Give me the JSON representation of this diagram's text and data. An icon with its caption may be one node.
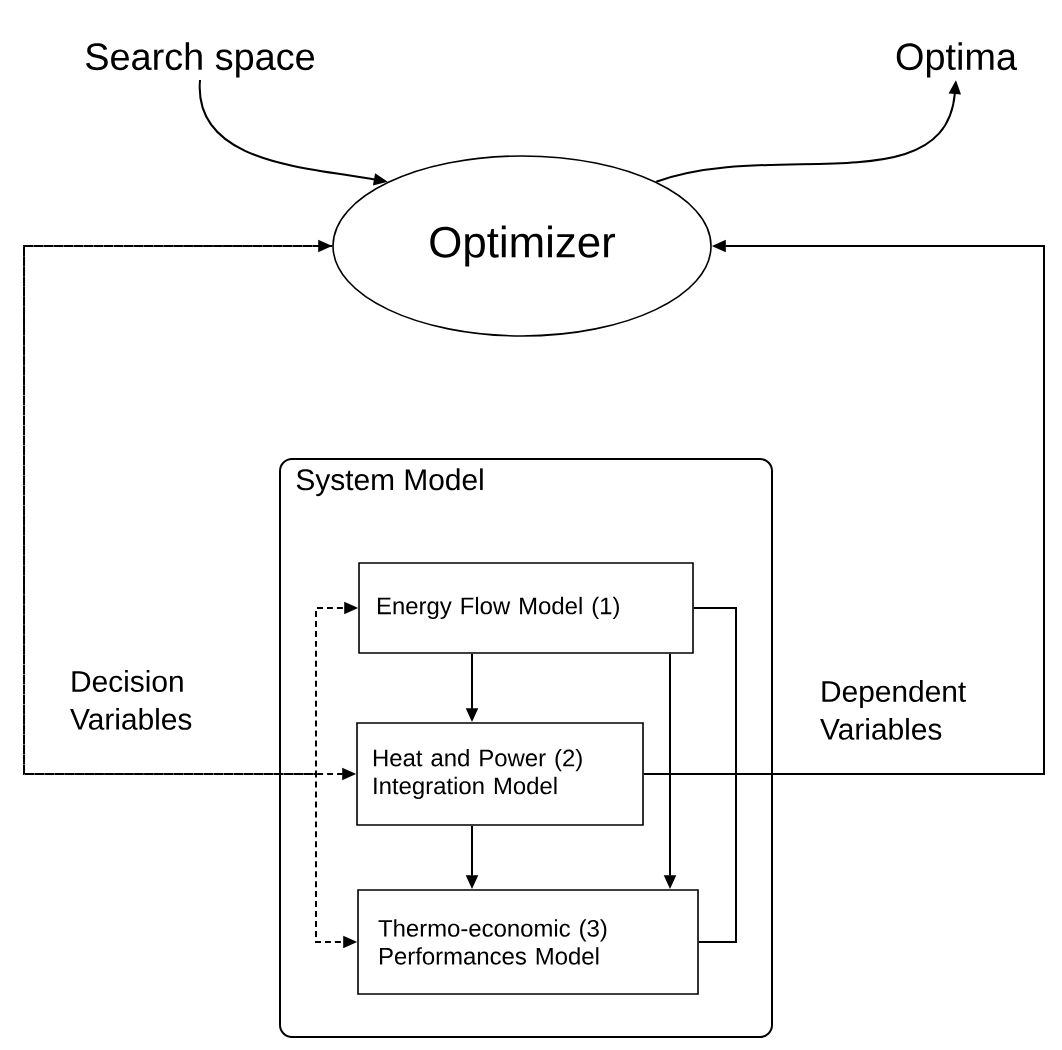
{
  "diagram": {
    "nodes": [
      {
        "text": [
          "Search space"
        ]
      },
      {
        "text": [
          "Optima"
        ]
      },
      {
        "text": [
          "Optimizer"
        ]
      },
      {
        "text": [
          "System Model"
        ]
      },
      {
        "text": [
          "Energy Flow Model (1)"
        ],
        "in": 3
      },
      {
        "text": [
          "Heat and Power (2) Integration Model"
        ],
        "in": 3
      },
      {
        "text": [
          "Thermo-economic (3) Performances Model"
        ],
        "in": 3
      }
    ],
    "edges": [
      {
        "from": 0,
        "to": 2,
        "arrow": "to"
      },
      {
        "from": 2,
        "to": 1,
        "arrow": "to"
      },
      {
        "from": 2,
        "to": 4,
        "arrow": "to",
        "style": "dashed"
      },
      {
        "from": 2,
        "to": 5,
        "arrow": "both",
        "style": "dashed",
        "label": "Decision Variables"
      },
      {
        "from": 2,
        "to": 6,
        "arrow": "to",
        "style": "dashed"
      },
      {
        "from": 4,
        "to": 5,
        "arrow": "to"
      },
      {
        "from": 5,
        "to": 6,
        "arrow": "to"
      },
      {
        "from": 4,
        "to": 6,
        "arrow": "to"
      },
      {
        "from": 4,
        "to": 6,
        "arrow": "none"
      },
      {
        "from": 5,
        "to": 2,
        "arrow": "to",
        "label": "Dependent Variables"
      }
    ]
  }
}
